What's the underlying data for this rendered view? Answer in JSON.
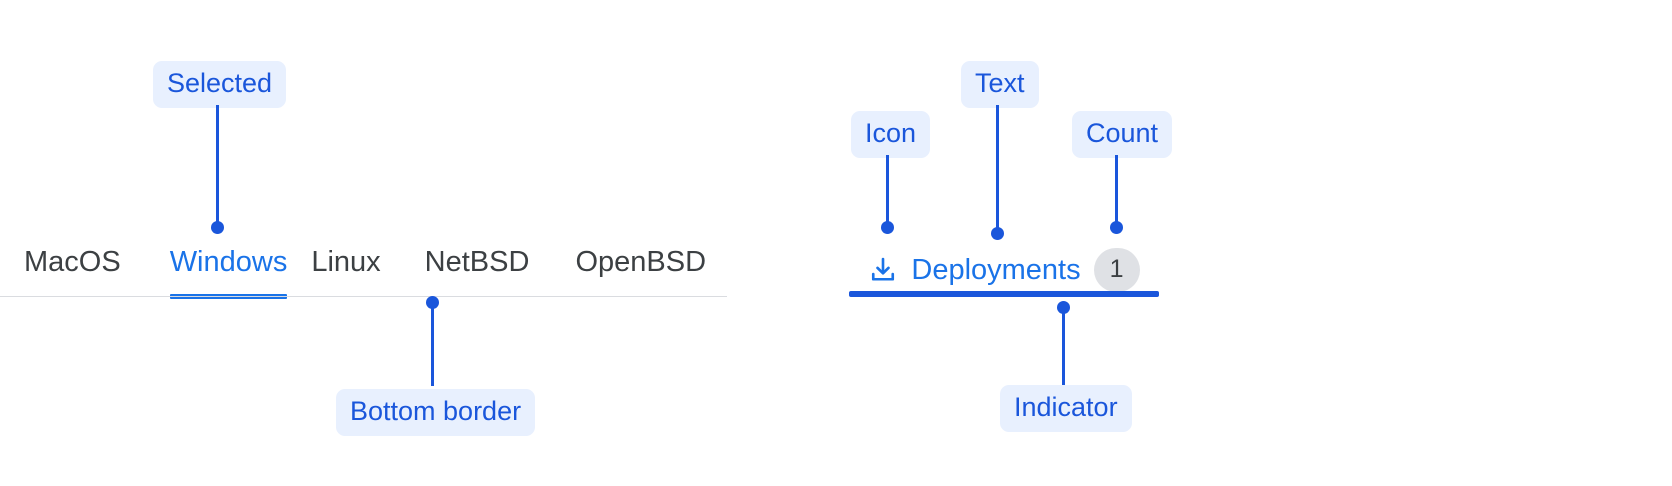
{
  "left_group": {
    "tabs": [
      {
        "label": "MacOS",
        "selected": false
      },
      {
        "label": "Windows",
        "selected": true
      },
      {
        "label": "Linux",
        "selected": false
      },
      {
        "label": "NetBSD",
        "selected": false
      },
      {
        "label": "OpenBSD",
        "selected": false
      }
    ],
    "annotations": [
      {
        "label": "Selected"
      },
      {
        "label": "Bottom border"
      }
    ]
  },
  "right_group": {
    "tab": {
      "icon": "download-icon",
      "label": "Deployments",
      "count": "1"
    },
    "annotations": [
      {
        "label": "Icon"
      },
      {
        "label": "Text"
      },
      {
        "label": "Count"
      },
      {
        "label": "Indicator"
      }
    ]
  },
  "colors": {
    "accent_blue": "#1a73e8",
    "annotation_blue": "#1a56db",
    "annotation_bg": "#e8f0fe",
    "text_gray": "#3c4043",
    "hairline": "#dadce0",
    "badge_bg": "#dfe1e5"
  }
}
